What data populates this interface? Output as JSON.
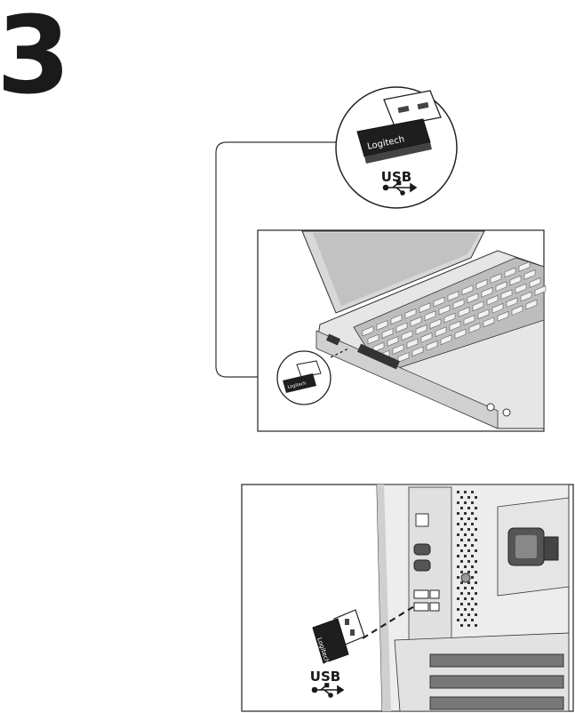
{
  "step": {
    "number": "3"
  },
  "callout": {
    "usb_label": "USB",
    "brand": "Logitech"
  },
  "laptop_panel": {
    "brand": "Logitech"
  },
  "desktop_panel": {
    "usb_label": "USB",
    "brand": "Logitech"
  }
}
